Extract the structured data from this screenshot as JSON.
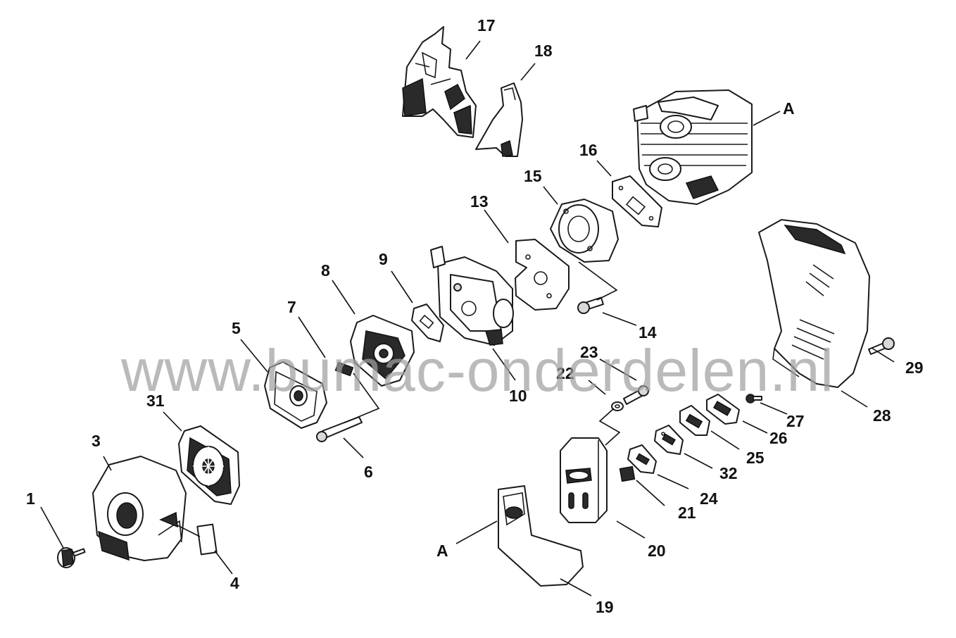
{
  "callouts": {
    "c1": "1",
    "c3": "3",
    "c4": "4",
    "c5": "5",
    "c6": "6",
    "c7": "7",
    "c8": "8",
    "c9": "9",
    "c10": "10",
    "c13": "13",
    "c14": "14",
    "c15": "15",
    "c16": "16",
    "c17": "17",
    "c18": "18",
    "c19": "19",
    "c20": "20",
    "c21": "21",
    "c22": "22",
    "c23": "23",
    "c24": "24",
    "c25": "25",
    "c26": "26",
    "c27": "27",
    "c28": "28",
    "c29": "29",
    "c31": "31",
    "c32": "32",
    "cA1": "A",
    "cA2": "A"
  },
  "watermark": "www.bumac-onderdelen.nl"
}
